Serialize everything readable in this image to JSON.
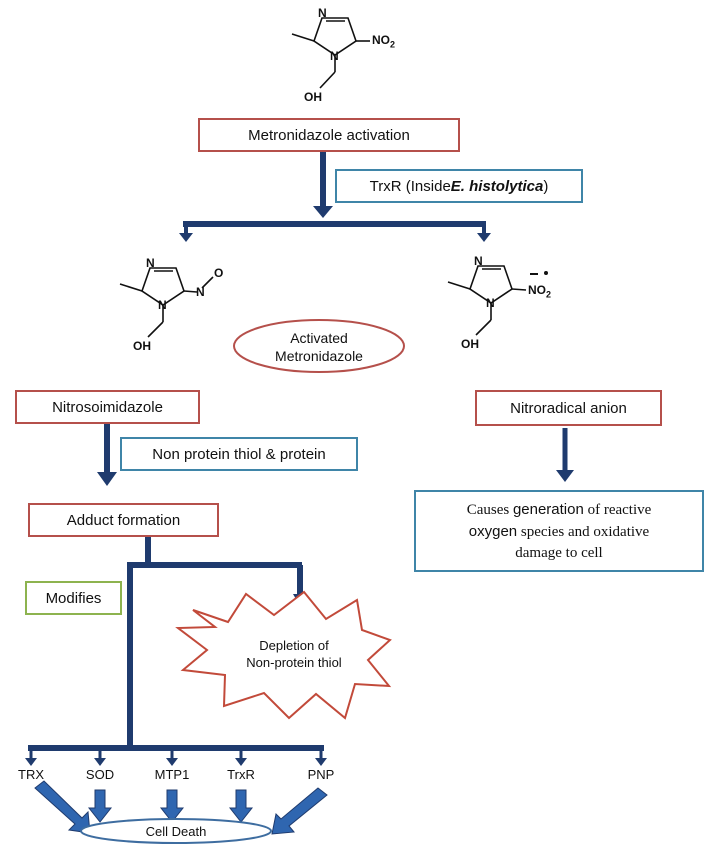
{
  "colors": {
    "arrow": "#1f3b6e",
    "box_red": "#b5504b",
    "box_blue": "#3f85a8",
    "box_green": "#8db34f",
    "ellipse_border": "#b5504b",
    "ellipse_blue": "#3e6da0",
    "star": "#c24a3a"
  },
  "molecule_top": {
    "n_label": "N",
    "n1_label": "N",
    "no2_label": "NO",
    "no2_sub": "2",
    "oh_label": "OH"
  },
  "step_activation": "Metronidazole activation",
  "enzyme_label": {
    "prefix": "TrxR (Inside ",
    "italic": "E. histolytica",
    "suffix": " )"
  },
  "molecule_left": {
    "n_label": "N",
    "n1_label": "N",
    "no_n": "N",
    "no_o": "O",
    "oh_label": "OH"
  },
  "molecule_right": {
    "n_label": "N",
    "n1_label": "N",
    "no2_label": "NO",
    "no2_sub": "2",
    "oh_label": "OH"
  },
  "activated_label": {
    "line1": "Activated",
    "line2": "Metronidazole"
  },
  "nitroso_label": "Nitrosoimidazole",
  "nitroradical_label": "Nitroradical anion",
  "thiol_protein_label": "Non protein thiol  & protein",
  "adduct_label": "Adduct formation",
  "ros_box": {
    "part1": "Causes ",
    "part2": "generation",
    "part3": " of reactive",
    "line2a": "oxygen",
    "line2b": " species and oxidative",
    "line3": "damage to cell"
  },
  "modifies_label": "Modifies",
  "depletion_label": {
    "line1": "Depletion of",
    "line2": "Non-protein thiol"
  },
  "targets": [
    "TRX",
    "SOD",
    "MTP1",
    "TrxR",
    "PNP"
  ],
  "cell_death_label": "Cell Death"
}
